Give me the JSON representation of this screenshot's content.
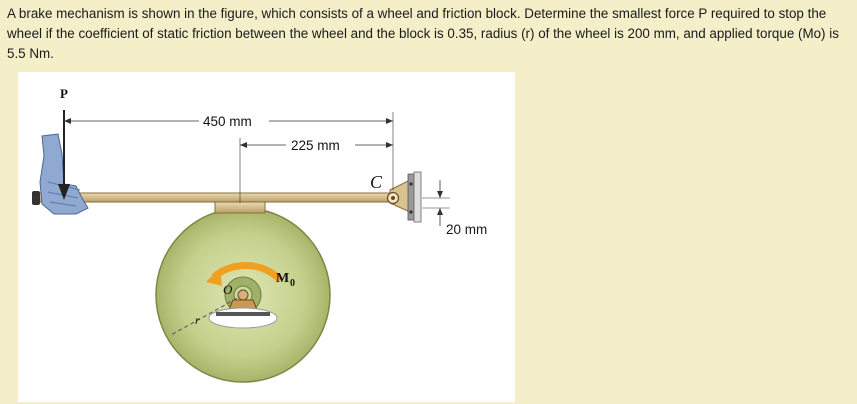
{
  "problem": {
    "text": "A brake mechanism is shown in the figure, which consists of a wheel and friction block. Determine the smallest force P required to stop the wheel if the coefficient of static friction between the wheel and the block is 0.35, radius (r) of the wheel is 200 mm, and applied torque (Mo) is 5.5 Nm."
  },
  "figure": {
    "force_label": "P",
    "dim_long": "450 mm",
    "dim_short": "225 mm",
    "dim_height": "20 mm",
    "pin_label": "C",
    "moment_label": "M",
    "moment_sub": "0",
    "center_label": "O",
    "radius_label": "r"
  },
  "colors": {
    "page_bg": "#f5efc9",
    "figure_bg": "#ffffff",
    "wheel_fill": "#c5d08c",
    "lever_fill": "#d8c290",
    "arrow_fill": "#f0a020"
  }
}
